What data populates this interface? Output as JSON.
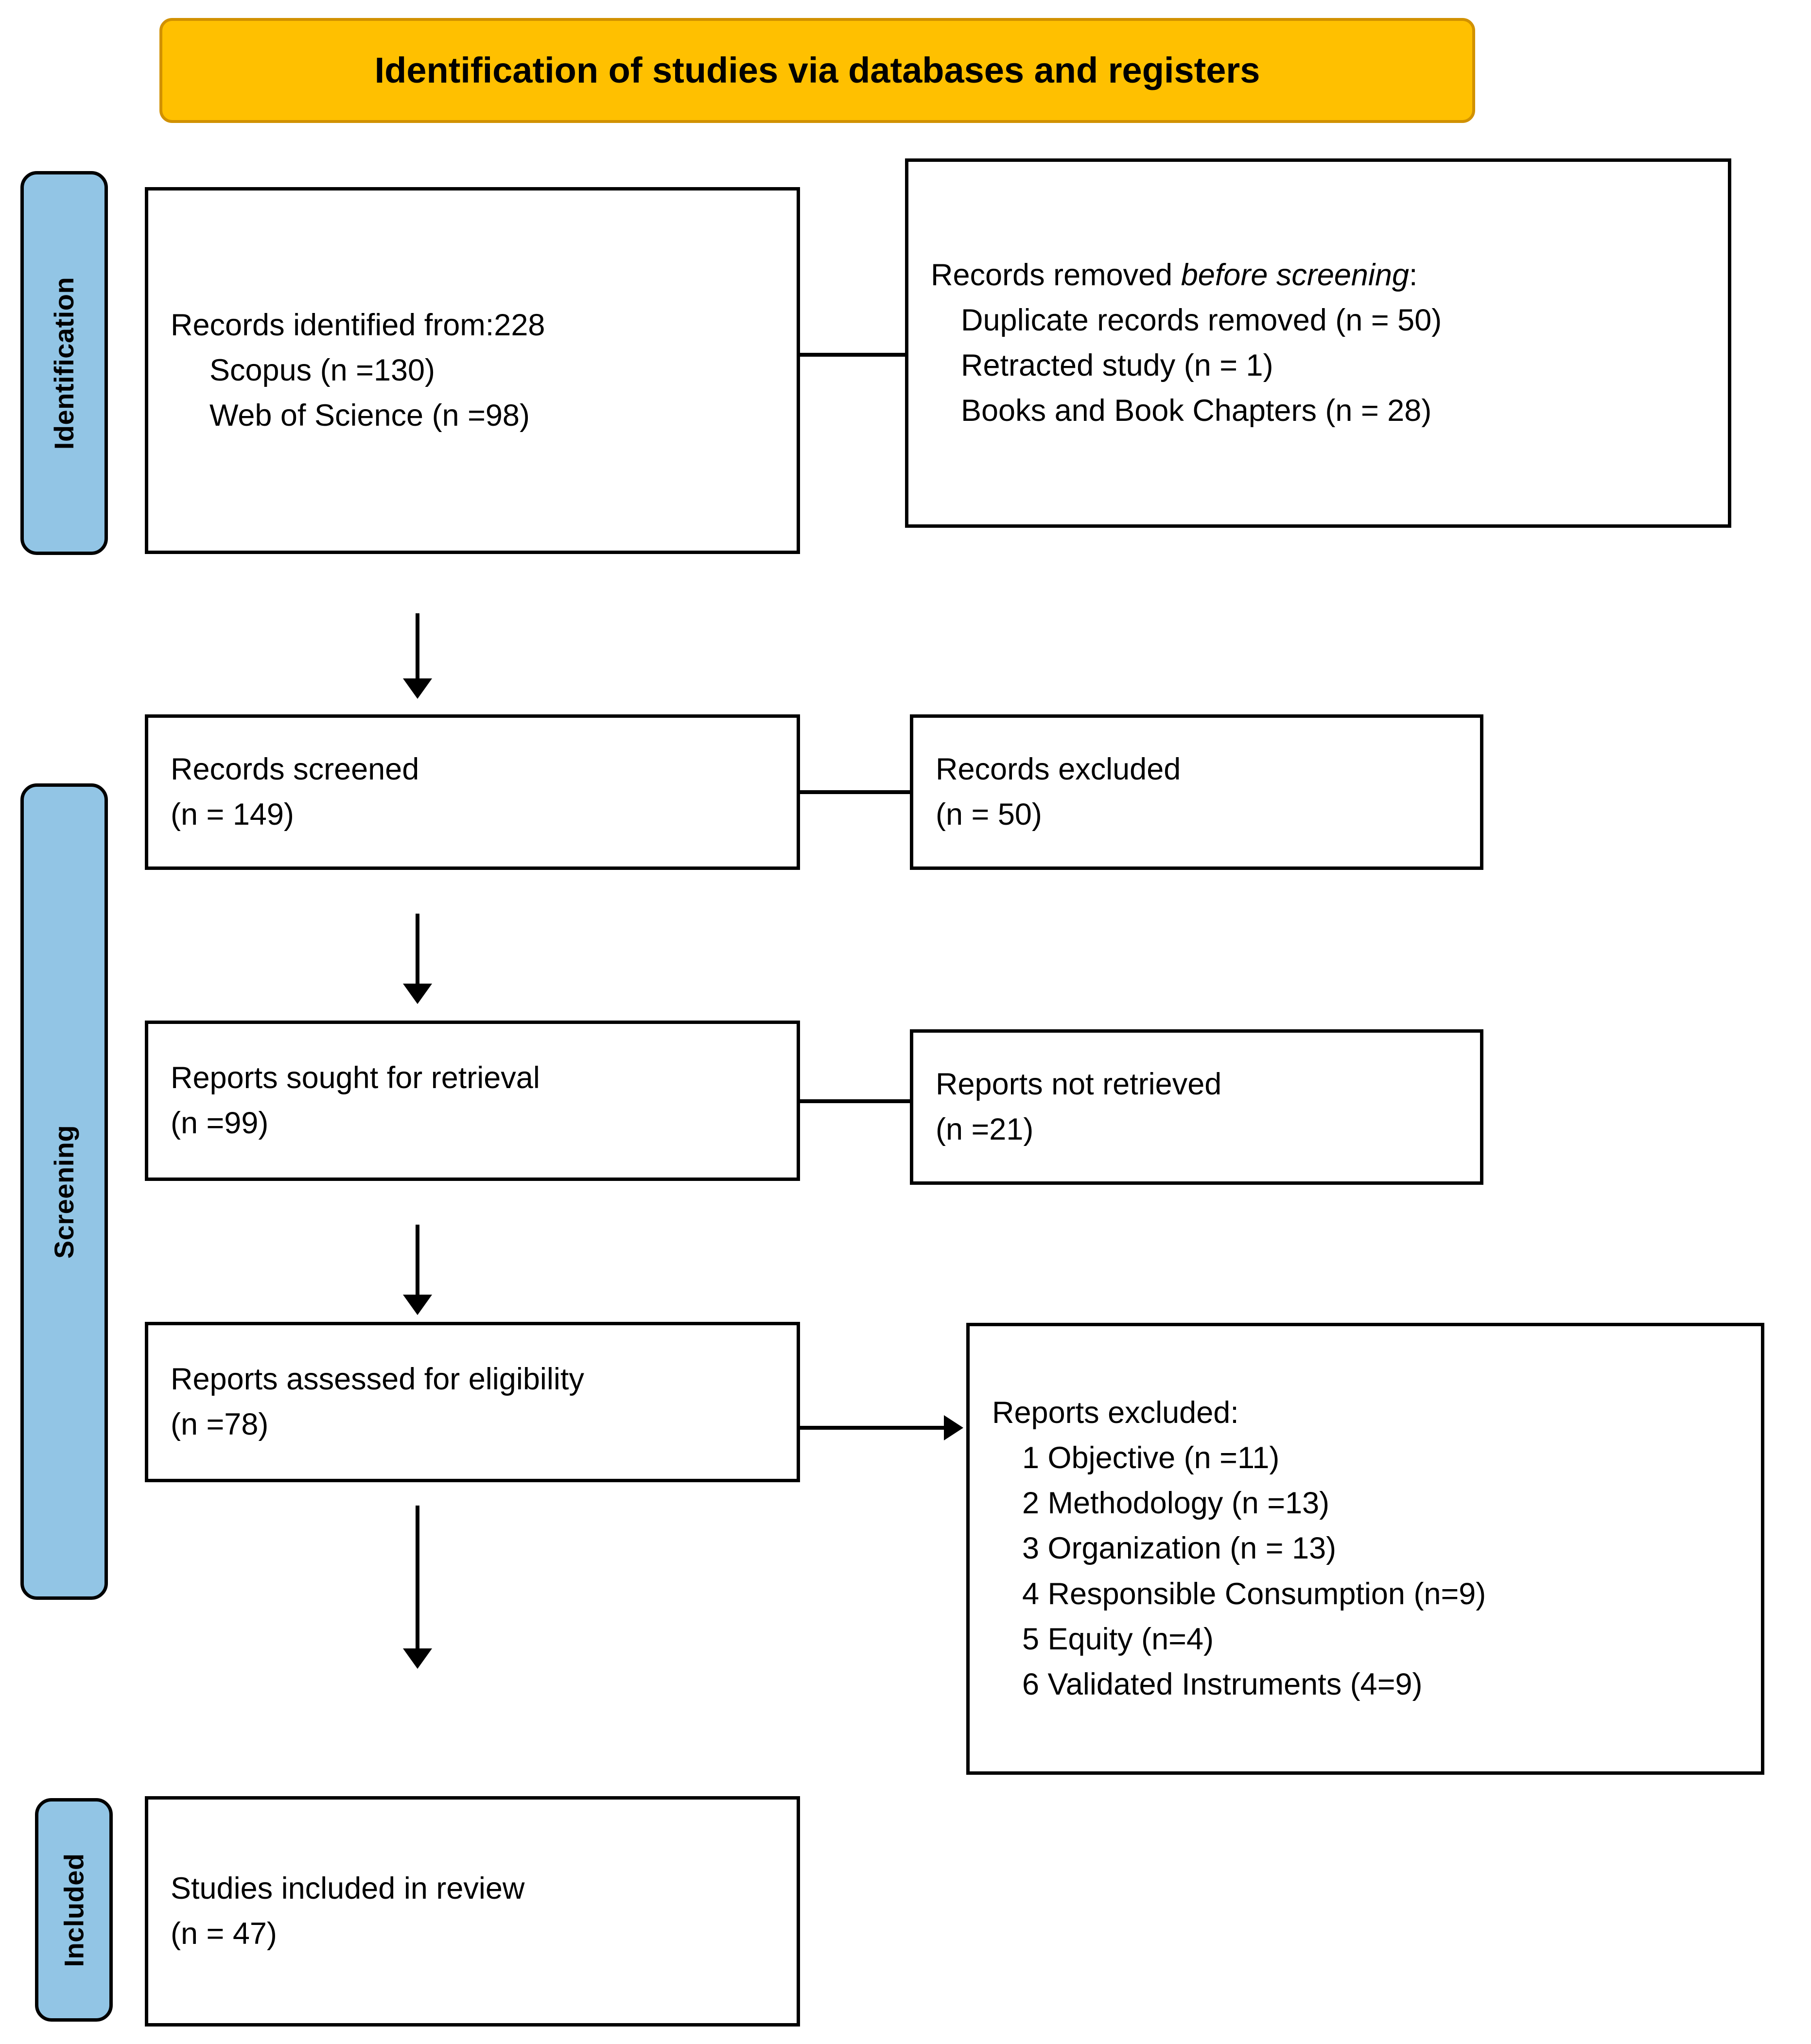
{
  "banner": {
    "title": "Identification of studies via databases and registers",
    "fill_color": "#FFC000",
    "border_color": "#D19100"
  },
  "stages": {
    "fill_color": "#92C5E5",
    "border_color": "#000000",
    "items": [
      {
        "label": "Identification"
      },
      {
        "label": "Screening"
      },
      {
        "label": "Included"
      }
    ]
  },
  "boxes": {
    "identified": {
      "lines": [
        "Records identified from:228",
        "Scopus (n =130)",
        "Web of Science (n =98)"
      ]
    },
    "removed_before_screening": {
      "heading_plain": "Records removed ",
      "heading_italic": "before screening",
      "heading_tail": ":",
      "lines": [
        "Duplicate records removed (n = 50)",
        "Retracted study (n = 1)",
        "Books and Book Chapters (n = 28)"
      ]
    },
    "records_screened": {
      "lines": [
        "Records screened",
        "(n = 149)"
      ]
    },
    "records_excluded": {
      "lines": [
        "Records excluded",
        "(n = 50)"
      ]
    },
    "reports_sought": {
      "lines": [
        "Reports sought for retrieval",
        "(n =99)"
      ]
    },
    "reports_not_retrieved": {
      "lines": [
        "Reports not retrieved",
        "(n =21)"
      ]
    },
    "reports_assessed": {
      "lines": [
        "Reports assessed for eligibility",
        "(n =78)"
      ]
    },
    "reports_excluded": {
      "heading": "Reports excluded:",
      "lines": [
        "1 Objective (n =11)",
        "2 Methodology (n =13)",
        "3 Organization (n = 13)",
        "4 Responsible Consumption (n=9)",
        "5 Equity (n=4)",
        "6 Validated Instruments (4=9)"
      ]
    },
    "studies_included": {
      "lines": [
        "Studies included in review",
        "(n = 47)"
      ]
    }
  }
}
